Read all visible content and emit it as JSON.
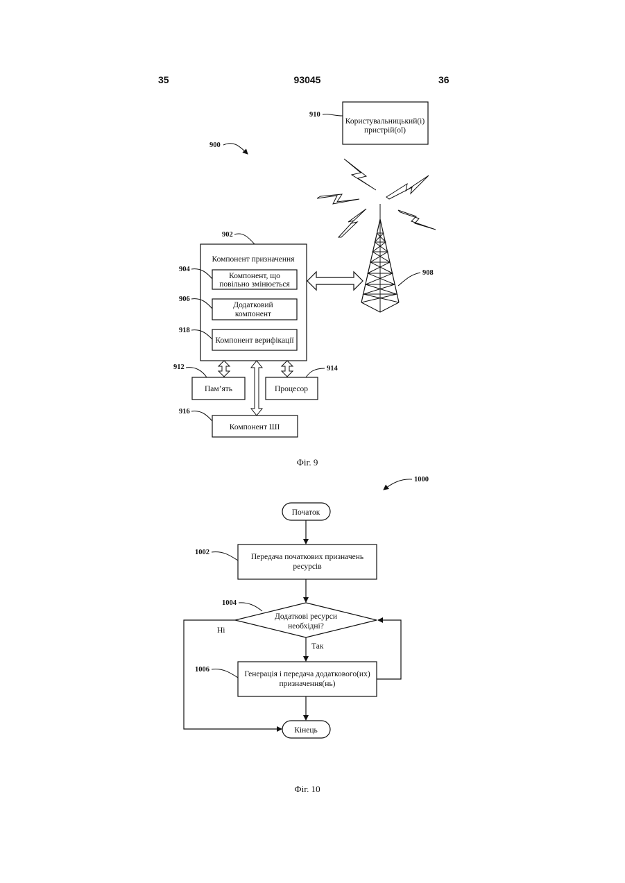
{
  "header": {
    "left_page": "35",
    "doc_number": "93045",
    "right_page": "36"
  },
  "fig9": {
    "ref_figure": "900",
    "user_device": {
      "ref": "910",
      "line1": "Користувальницький(і)",
      "line2": "пристрій(ої)"
    },
    "assignment_component": {
      "ref": "902",
      "title": "Компонент призначення"
    },
    "slow_component": {
      "ref": "904",
      "line1": "Компонент, що",
      "line2": "повільно змінюється"
    },
    "additional_component": {
      "ref": "906",
      "line1": "Додатковий",
      "line2": "компонент"
    },
    "verification_component": {
      "ref": "918",
      "label": "Компонент верифікації"
    },
    "tower": {
      "ref": "908"
    },
    "memory": {
      "ref": "912",
      "label": "Пам’ять"
    },
    "processor": {
      "ref": "914",
      "label": "Процесор"
    },
    "ai_component": {
      "ref": "916",
      "label": "Компонент ШІ"
    },
    "caption": "Фіг. 9"
  },
  "fig10": {
    "ref_figure": "1000",
    "start": "Початок",
    "step1002": {
      "ref": "1002",
      "line1": "Передача початкових призначень",
      "line2": "ресурсів"
    },
    "decision1004": {
      "ref": "1004",
      "line1": "Додаткові ресурси",
      "line2": "необхідні?",
      "no": "Ні",
      "yes": "Так"
    },
    "step1006": {
      "ref": "1006",
      "line1": "Генерація і передача додаткового(их)",
      "line2": "призначення(нь)"
    },
    "end": "Кінець",
    "caption": "Фіг. 10"
  }
}
